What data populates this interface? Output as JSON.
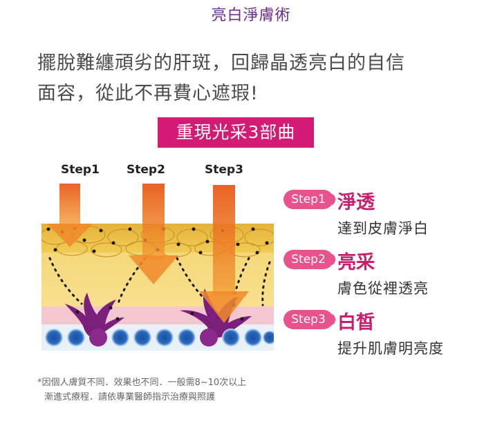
{
  "title": "亮白淨膚術",
  "intro": {
    "line1": "擺脫難纏頑劣的肝斑，回歸晶透亮白的自信",
    "line2": "面容，從此不再費心遮瑕!"
  },
  "badge": "重現光采3部曲",
  "diagram": {
    "steps": [
      "Step1",
      "Step2",
      "Step3"
    ]
  },
  "legend": [
    {
      "pill": "Step1",
      "title": "淨透",
      "desc": "達到皮膚淨白"
    },
    {
      "pill": "Step2",
      "title": "亮采",
      "desc": "膚色從裡透亮"
    },
    {
      "pill": "Step3",
      "title": "白皙",
      "desc": "提升肌膚明亮度"
    }
  ],
  "note": {
    "line1": "*因個人膚質不同．效果也不同．一般需8~10次以上",
    "line2": "漸進式療程．請依專業醫師指示治療與照護"
  },
  "colors": {
    "title": "#6a2c8e",
    "badge": "#d21b74",
    "pill": "#e8538c",
    "legend_title": "#c81e6e"
  }
}
